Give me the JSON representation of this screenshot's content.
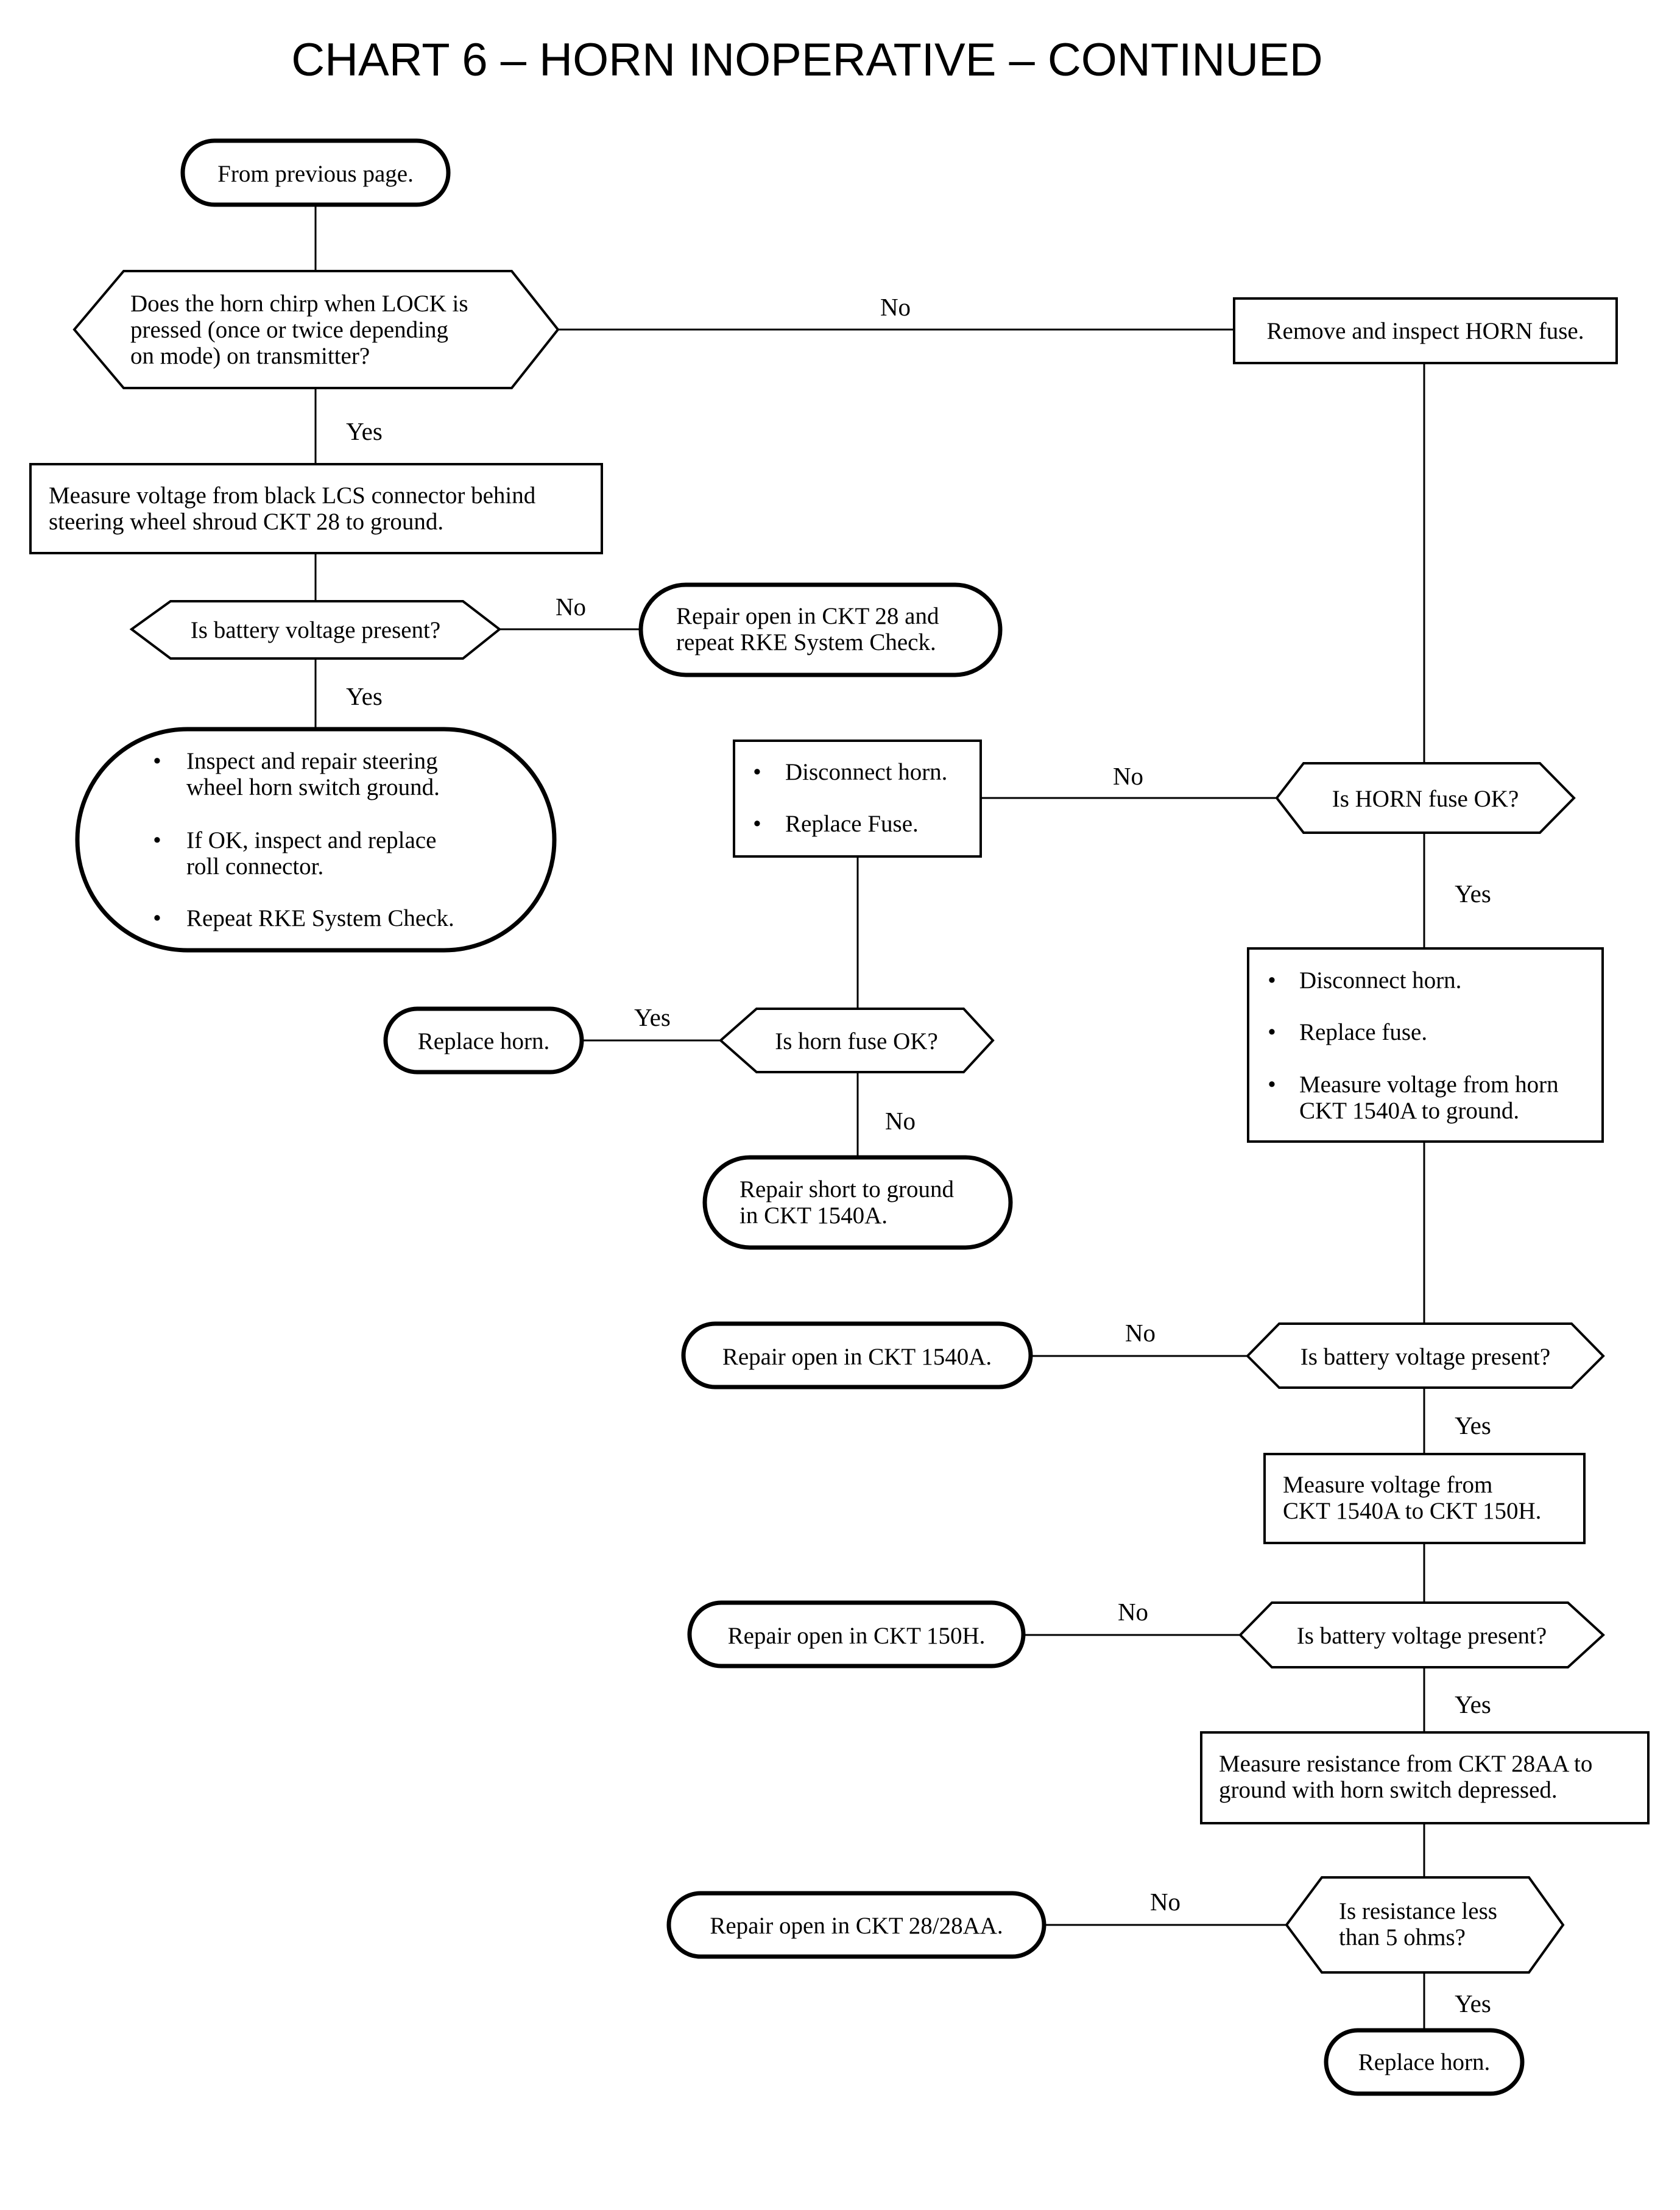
{
  "title": "CHART 6 – HORN INOPERATIVE – CONTINUED",
  "nodes": {
    "start": {
      "lines": [
        "From previous page."
      ]
    },
    "q_chirp": {
      "lines": [
        "Does the horn chirp when LOCK is",
        "pressed (once or twice depending",
        "on mode) on transmitter?"
      ]
    },
    "remove_fuse": {
      "lines": [
        "Remove and inspect HORN fuse."
      ]
    },
    "measure_lcs": {
      "lines": [
        "Measure voltage from black LCS connector behind",
        "steering wheel shroud CKT 28 to ground."
      ]
    },
    "q_batt1": {
      "lines": [
        "Is battery voltage present?"
      ]
    },
    "repair_ckt28": {
      "lines": [
        "Repair open in CKT 28 and",
        "repeat RKE System Check."
      ]
    },
    "inspect_switch": {
      "bullets": [
        [
          "Inspect and repair steering",
          "wheel horn switch ground."
        ],
        [
          "If OK, inspect and replace",
          "roll connector."
        ],
        [
          "Repeat RKE System Check."
        ]
      ]
    },
    "disconnect_replace_fuse": {
      "bullets": [
        [
          "Disconnect horn."
        ],
        [
          "Replace Fuse."
        ]
      ]
    },
    "q_horn_fuse": {
      "lines": [
        "Is HORN fuse OK?"
      ]
    },
    "replace_horn_1": {
      "lines": [
        "Replace horn."
      ]
    },
    "q_horn_fuse_2": {
      "lines": [
        "Is horn fuse OK?"
      ]
    },
    "repair_short": {
      "lines": [
        "Repair short to ground",
        "in CKT 1540A."
      ]
    },
    "measure_horn": {
      "bullets": [
        [
          "Disconnect horn."
        ],
        [
          "Replace fuse."
        ],
        [
          "Measure voltage from horn",
          "CKT 1540A to ground."
        ]
      ]
    },
    "repair_1540a": {
      "lines": [
        "Repair open in CKT 1540A."
      ]
    },
    "q_batt2": {
      "lines": [
        "Is battery voltage present?"
      ]
    },
    "measure_150h": {
      "lines": [
        "Measure voltage from",
        "CKT 1540A to CKT 150H."
      ]
    },
    "repair_150h": {
      "lines": [
        "Repair open in CKT 150H."
      ]
    },
    "q_batt3": {
      "lines": [
        "Is battery voltage present?"
      ]
    },
    "measure_resistance": {
      "lines": [
        "Measure resistance from CKT 28AA to",
        "ground with horn switch depressed."
      ]
    },
    "repair_28aa": {
      "lines": [
        "Repair open in CKT 28/28AA."
      ]
    },
    "q_resistance": {
      "lines": [
        "Is resistance less",
        "than 5 ohms?"
      ]
    },
    "replace_horn_2": {
      "lines": [
        "Replace horn."
      ]
    }
  },
  "edge_labels": {
    "chirp_no": "No",
    "chirp_yes": "Yes",
    "batt1_no": "No",
    "batt1_yes": "Yes",
    "hornfuse_no": "No",
    "hornfuse_yes": "Yes",
    "hornfuse2_yes": "Yes",
    "hornfuse2_no": "No",
    "batt2_no": "No",
    "batt2_yes": "Yes",
    "batt3_no": "No",
    "batt3_yes": "Yes",
    "res_no": "No",
    "res_yes": "Yes"
  }
}
